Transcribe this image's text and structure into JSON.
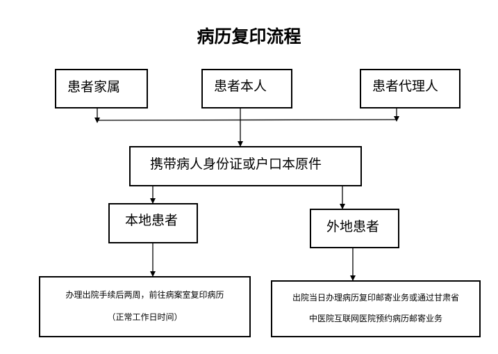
{
  "diagram": {
    "title": "病历复印流程",
    "applicants": [
      "患者家属",
      "患者本人",
      "患者代理人"
    ],
    "documents": "携带病人身份证或户口本原件",
    "local_patient": {
      "label": "本地患者",
      "instruction": "办理出院手续后两周，前往病案室复印病历",
      "note": "（正常工作日时间）"
    },
    "nonlocal_patient": {
      "label": "外地患者",
      "instruction_line1": "出院当日办理病历复印邮寄业务或通过甘肃省",
      "instruction_line2": "中医院互联网医院预约病历邮寄业务"
    }
  }
}
